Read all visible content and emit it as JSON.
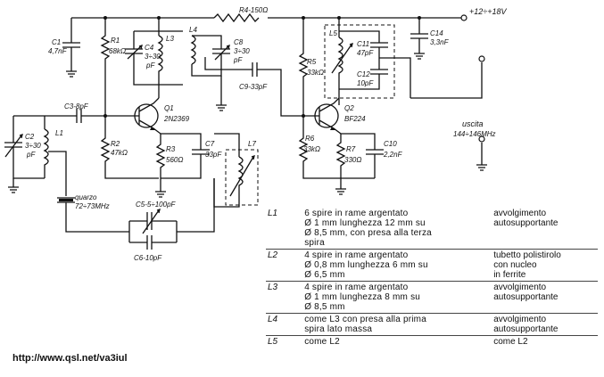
{
  "schematic": {
    "supply": "+12÷+18V",
    "r4": "R4-150Ω",
    "output_label": "uscita",
    "output_freq": "144÷146MHz",
    "c1": [
      "C1",
      "4,7nF"
    ],
    "r1": [
      "R1",
      "68kΩ"
    ],
    "l3": "L3",
    "c4": [
      "C4",
      "3÷30",
      "pF"
    ],
    "l4": "L4",
    "c8": [
      "C8",
      "3÷30",
      "pF"
    ],
    "c9": "C9-33pF",
    "r5": [
      "R5",
      "33kΩ"
    ],
    "l5": "L5",
    "c11": [
      "C11",
      "47pF"
    ],
    "c12": [
      "C12",
      "10pF"
    ],
    "c14": [
      "C14",
      "3,3nF"
    ],
    "c3": "C3-8pF",
    "q1": [
      "Q1",
      "2N2369"
    ],
    "q2": [
      "Q2",
      "BF224"
    ],
    "c2": [
      "C2",
      "3÷30",
      "pF"
    ],
    "l1": "L1",
    "r2": [
      "R2",
      "47kΩ"
    ],
    "r3": [
      "R3",
      "560Ω"
    ],
    "c7": [
      "C7",
      "33pF"
    ],
    "l7": "L7",
    "r6": [
      "R6",
      "33kΩ"
    ],
    "r7": [
      "R7",
      "330Ω"
    ],
    "c10": [
      "C10",
      "2,2nF"
    ],
    "crystal": [
      "quarzo",
      "72÷73MHz"
    ],
    "c5": "C5-5÷100pF",
    "c6": "C6-10pF"
  },
  "coil_table": [
    {
      "id": "L1",
      "desc": [
        "6  spire  in  rame  argentato",
        "Ø  1  mm  lunghezza  12  mm  su",
        "Ø  8,5  mm,  con  presa  alla  terza",
        "spira"
      ],
      "type": [
        "avvolgimento",
        "autosupportante"
      ]
    },
    {
      "id": "L2",
      "desc": [
        "4  spire  in  rame  argentato",
        "Ø  0,8  mm  lunghezza  6  mm  su",
        "Ø  6,5  mm"
      ],
      "type": [
        "tubetto polistirolo",
        "con  nucleo",
        "in  ferrite"
      ]
    },
    {
      "id": "L3",
      "desc": [
        "4  spire  in  rame  argentato",
        "Ø  1  mm  lunghezza  8  mm  su",
        "Ø  8,5  mm"
      ],
      "type": [
        "avvolgimento",
        "autosupportante"
      ]
    },
    {
      "id": "L4",
      "desc": [
        "come  L3  con  presa  alla  prima",
        "spira  lato  massa"
      ],
      "type": [
        "avvolgimento",
        "autosupportante"
      ]
    },
    {
      "id": "L5",
      "desc": [
        "come  L2"
      ],
      "type": [
        "come  L2"
      ]
    }
  ],
  "footer": {
    "url": "http://www.qsl.net/va3iul"
  }
}
